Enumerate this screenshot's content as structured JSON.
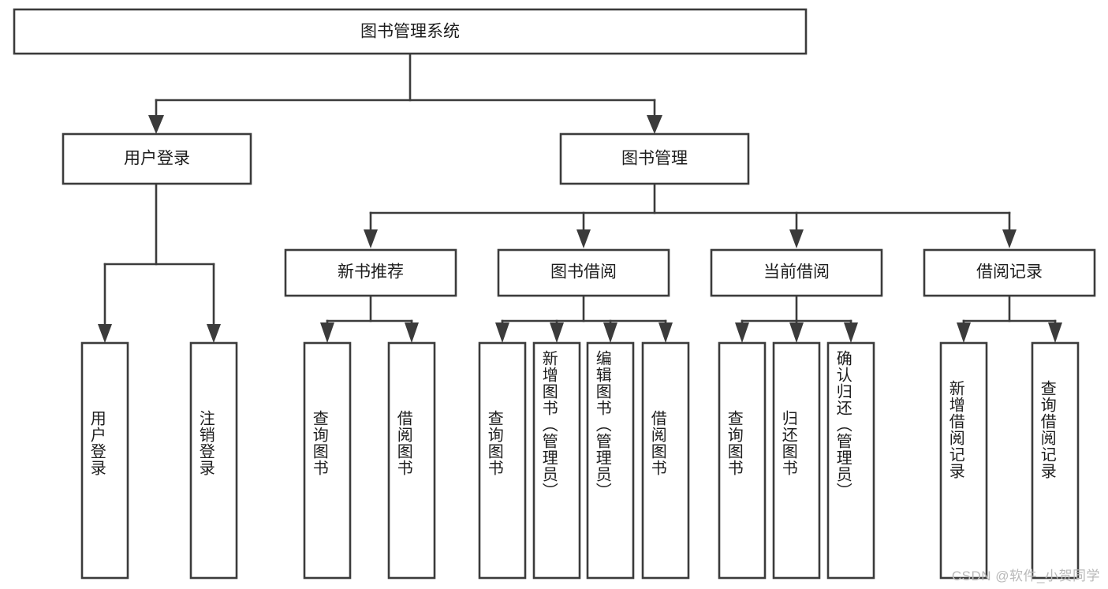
{
  "diagram": {
    "type": "tree",
    "title": "图书管理系统",
    "orientation": "top-down",
    "colors": {
      "box_stroke": "#3b3b3b",
      "box_fill": "#ffffff",
      "text": "#1d1d1d",
      "background": "#ffffff",
      "watermark": "#b9b9b9"
    },
    "root": {
      "label": "图书管理系统"
    },
    "level1": [
      {
        "id": "user-login",
        "label": "用户登录"
      },
      {
        "id": "book-management",
        "label": "图书管理"
      }
    ],
    "level2": [
      {
        "id": "new-book-recommend",
        "label": "新书推荐",
        "parent": "book-management"
      },
      {
        "id": "book-borrow",
        "label": "图书借阅",
        "parent": "book-management"
      },
      {
        "id": "current-borrow",
        "label": "当前借阅",
        "parent": "book-management"
      },
      {
        "id": "borrow-record",
        "label": "借阅记录",
        "parent": "book-management"
      }
    ],
    "leaves": {
      "user-login": [
        {
          "id": "leaf-user-login",
          "label": "用户登录"
        },
        {
          "id": "leaf-user-logout",
          "label": "注销登录"
        }
      ],
      "new-book-recommend": [
        {
          "id": "leaf-query-book-1",
          "label": "查询图书"
        },
        {
          "id": "leaf-borrow-book-1",
          "label": "借阅图书"
        }
      ],
      "book-borrow": [
        {
          "id": "leaf-query-book-2",
          "label": "查询图书"
        },
        {
          "id": "leaf-add-book",
          "label": "新增图书（管理员）"
        },
        {
          "id": "leaf-edit-book",
          "label": "编辑图书（管理员）"
        },
        {
          "id": "leaf-borrow-book-2",
          "label": "借阅图书"
        }
      ],
      "current-borrow": [
        {
          "id": "leaf-query-book-3",
          "label": "查询图书"
        },
        {
          "id": "leaf-return-book",
          "label": "归还图书"
        },
        {
          "id": "leaf-confirm-return",
          "label": "确认归还（管理员）"
        }
      ],
      "borrow-record": [
        {
          "id": "leaf-add-record",
          "label": "新增借阅记录"
        },
        {
          "id": "leaf-query-record",
          "label": "查询借阅记录"
        }
      ]
    }
  },
  "watermark": {
    "text": "CSDN @软件_小贺同学"
  }
}
